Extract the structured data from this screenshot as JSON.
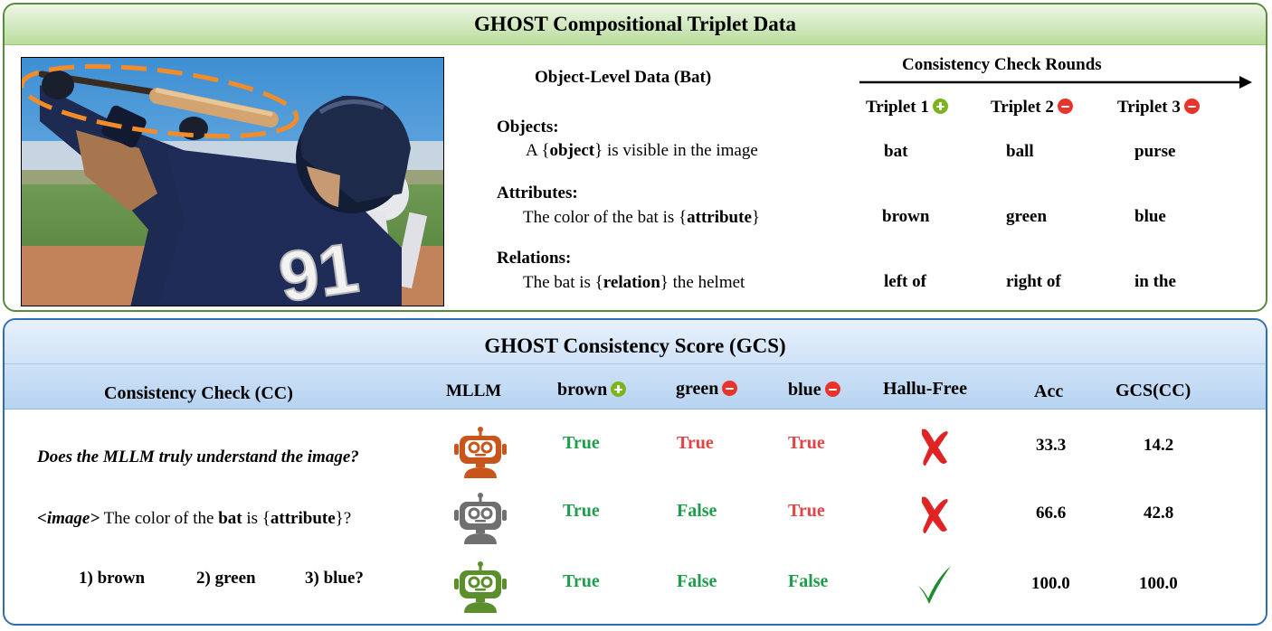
{
  "top_panel": {
    "title": "GHOST Compositional Triplet Data",
    "object_level_title": "Object-Level Data (Bat)",
    "rounds_title": "Consistency Check Rounds",
    "triplet_headers": [
      "Triplet 1",
      "Triplet 2",
      "Triplet 3"
    ],
    "sections": [
      {
        "label": "Objects:",
        "pre": "A {",
        "keyword": "object",
        "post": "} is visible in the image",
        "values": [
          "bat",
          "ball",
          "purse"
        ]
      },
      {
        "label": "Attributes:",
        "pre": "The color of the bat is {",
        "keyword": "attribute",
        "post": "}",
        "values": [
          "brown",
          "green",
          "blue"
        ]
      },
      {
        "label": "Relations:",
        "pre": "The bat is {",
        "keyword": "relation",
        "post": "} the helmet",
        "values": [
          "left of",
          "right of",
          "in the"
        ]
      }
    ],
    "jersey_number": "91"
  },
  "bottom_panel": {
    "title": "GHOST Consistency Score (GCS)",
    "cc_header": "Consistency Check (CC)",
    "columns": {
      "mllm": "MLLM",
      "c1": "brown",
      "c2": "green",
      "c3": "blue",
      "hallu": "Hallu-Free",
      "acc": "Acc",
      "gcs": "GCS(CC)"
    },
    "question": "Does the MLLM truly understand the image?",
    "prompt": {
      "tag": "<image>",
      "pre": " The color of the ",
      "bat": "bat",
      "mid": " is {",
      "attr": "attribute",
      "post": "}?"
    },
    "options": [
      "1) brown",
      "2) green",
      "3) blue?"
    ],
    "rows": [
      {
        "robot_color": "#c8561a",
        "c1": "True",
        "c2": "True",
        "c3": "True",
        "c1_color": "#1e9e4a",
        "c2_color": "#e04444",
        "c3_color": "#e04444",
        "hallu_free": false,
        "acc": "33.3",
        "gcs": "14.2"
      },
      {
        "robot_color": "#6f6f6f",
        "c1": "True",
        "c2": "False",
        "c3": "True",
        "c1_color": "#1e9e4a",
        "c2_color": "#1e9e4a",
        "c3_color": "#e04444",
        "hallu_free": false,
        "acc": "66.6",
        "gcs": "42.8"
      },
      {
        "robot_color": "#5a8f2c",
        "c1": "True",
        "c2": "False",
        "c3": "False",
        "c1_color": "#1e9e4a",
        "c2_color": "#1e9e4a",
        "c3_color": "#1e9e4a",
        "hallu_free": true,
        "acc": "100.0",
        "gcs": "100.0"
      }
    ]
  }
}
